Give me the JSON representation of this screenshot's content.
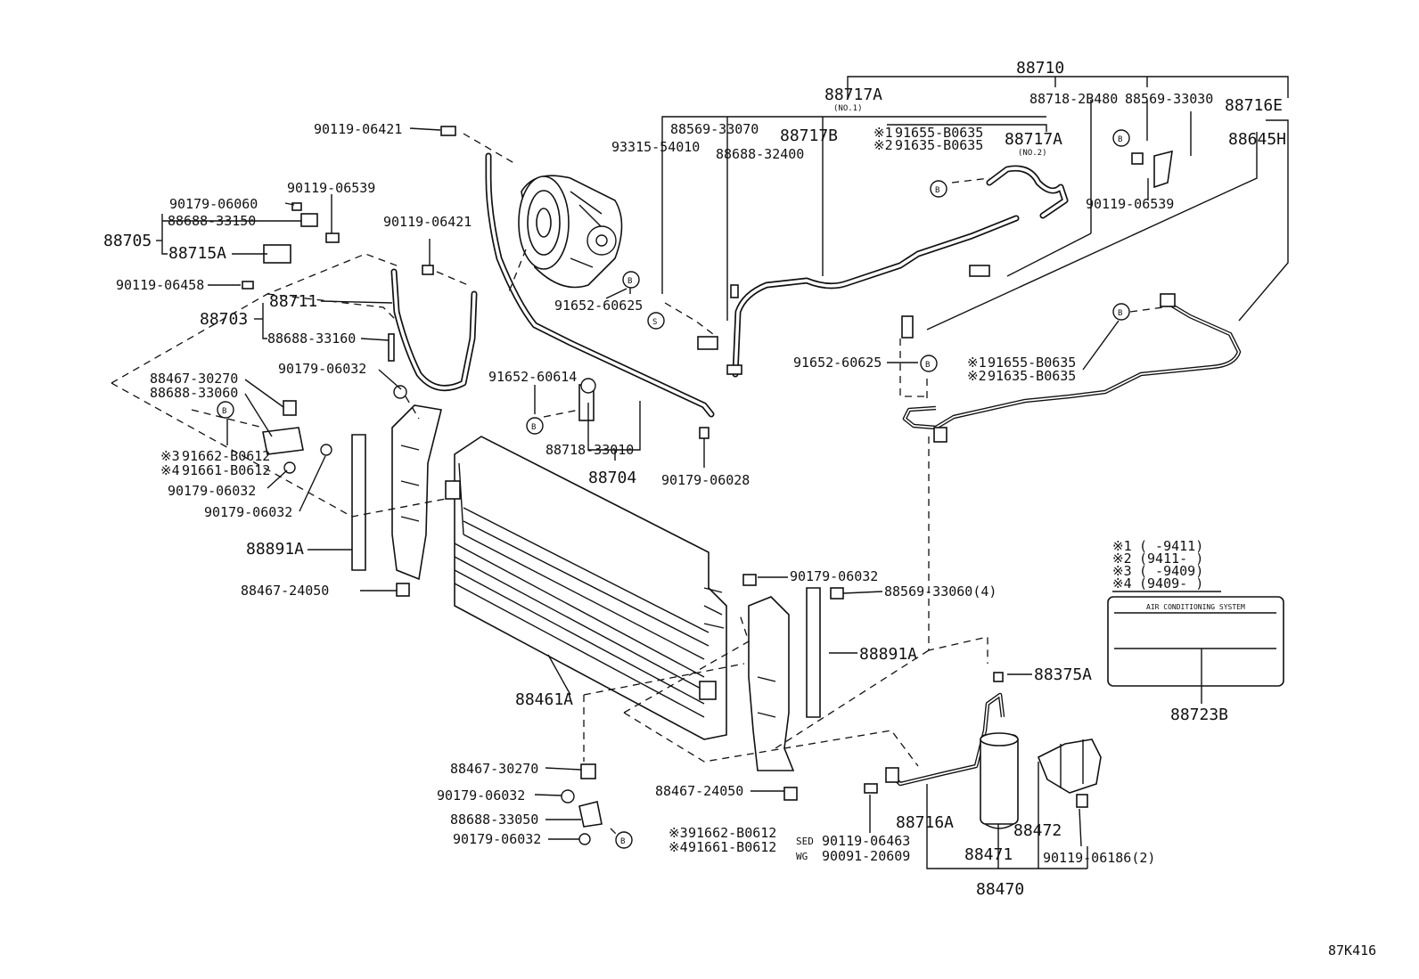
{
  "labels": {
    "l88710": "88710",
    "l88717A1": "88717A",
    "l_no1": "(NO.1)",
    "l88718_2B480": "88718-2B480",
    "l88569_33030": "88569-33030",
    "l88716E": "88716E",
    "l88645H": "88645H",
    "l88569_33070": "88569-33070",
    "l93315_54010": "93315-54010",
    "l88717B": "88717B",
    "l88688_32400": "88688-32400",
    "l91655_B0635_a": "91655-B0635",
    "l91635_B0635_a": "91635-B0635",
    "l88717A2": "88717A",
    "l_no2": "(NO.2)",
    "l90119_06539_r": "90119-06539",
    "l90119_06421_a": "90119-06421",
    "l90119_06421_b": "90119-06421",
    "l90179_06060": "90179-06060",
    "l90119_06539_l": "90119-06539",
    "l88688_33150": "88688-33150",
    "l88705": "88705",
    "l88715A": "88715A",
    "l90119_06458": "90119-06458",
    "l88711": "88711",
    "l88703": "88703",
    "l88688_33160": "88688-33160",
    "l91652_60625_a": "91652-60625",
    "l91652_60625_b": "91652-60625",
    "l91652_60614": "91652-60614",
    "l88718_33010": "88718-33010",
    "l88704": "88704",
    "l90179_06028": "90179-06028",
    "l91655_B0635_b": "91655-B0635",
    "l91635_B0635_b": "91635-B0635",
    "l88467_30270_a": "88467-30270",
    "l88688_33060": "88688-33060",
    "l90179_06032_a": "90179-06032",
    "l91662_B0612_a": "91662-B0612",
    "l91661_B0612_a": "91661-B0612",
    "l90179_06032_b": "90179-06032",
    "l90179_06032_c": "90179-06032",
    "l88891A_l": "88891A",
    "l88467_24050_a": "88467-24050",
    "l90179_06032_d": "90179-06032",
    "l88569_33060": "88569-33060(4)",
    "l88891A_r": "88891A",
    "l88375A": "88375A",
    "l88461A": "88461A",
    "l88467_30270_b": "88467-30270",
    "l90179_06032_e": "90179-06032",
    "l88688_33050": "88688-33050",
    "l90179_06032_f": "90179-06032",
    "l88467_24050_b": "88467-24050",
    "l91662_B0612_b": "91662-B0612",
    "l91661_B0612_b": "91661-B0612",
    "l90119_06463": "90119-06463",
    "l90091_20609": "90091-20609",
    "l88716A": "88716A",
    "l88471": "88471",
    "l88472": "88472",
    "l90119_06186": "90119-06186(2)",
    "l88470": "88470",
    "l88723B": "88723B",
    "l_sed": "SED",
    "l_wg": "WG",
    "l87K416": "87K416"
  },
  "markers": {
    "m1": "※1",
    "m2": "※2",
    "m3": "※3",
    "m4": "※4",
    "circle_b": "B",
    "circle_s": "S"
  },
  "legend": {
    "r1_key": "※1",
    "r1_val": "(      -9411)",
    "r2_key": "※2",
    "r2_val": "(9411-      )",
    "r3_key": "※3",
    "r3_val": "(      -9409)",
    "r4_key": "※4",
    "r4_val": "(9409-      )"
  },
  "plate": {
    "title": "AIR CONDITIONING SYSTEM"
  },
  "colors": {
    "ink": "#111111",
    "paper": "#ffffff"
  }
}
